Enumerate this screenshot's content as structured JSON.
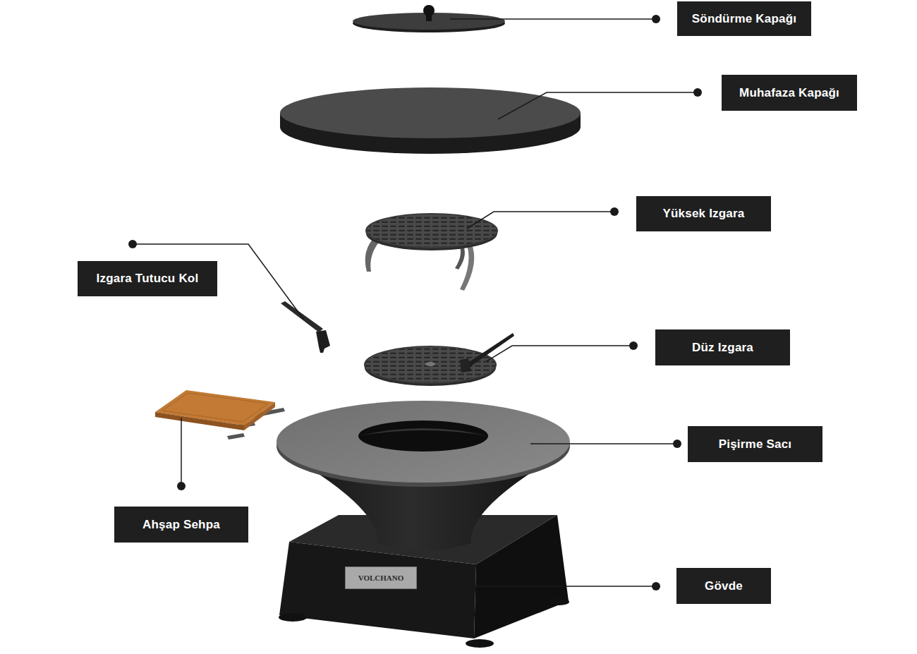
{
  "diagram": {
    "nodes": [
      {
        "text": [
          "Söndürme Kapağı"
        ]
      },
      {
        "text": [
          "Muhafaza Kapağı"
        ]
      },
      {
        "text": [
          "Yüksek Izgara"
        ]
      },
      {
        "text": [
          "Izgara Tutucu Kol"
        ]
      },
      {
        "text": [
          "Düz Izgara"
        ]
      },
      {
        "text": [
          "Pişirme Sacı"
        ]
      },
      {
        "text": [
          "Ahşap Sehpa"
        ]
      },
      {
        "text": [
          "Gövde"
        ]
      }
    ],
    "labels": [
      "VOLCHANO"
    ]
  }
}
